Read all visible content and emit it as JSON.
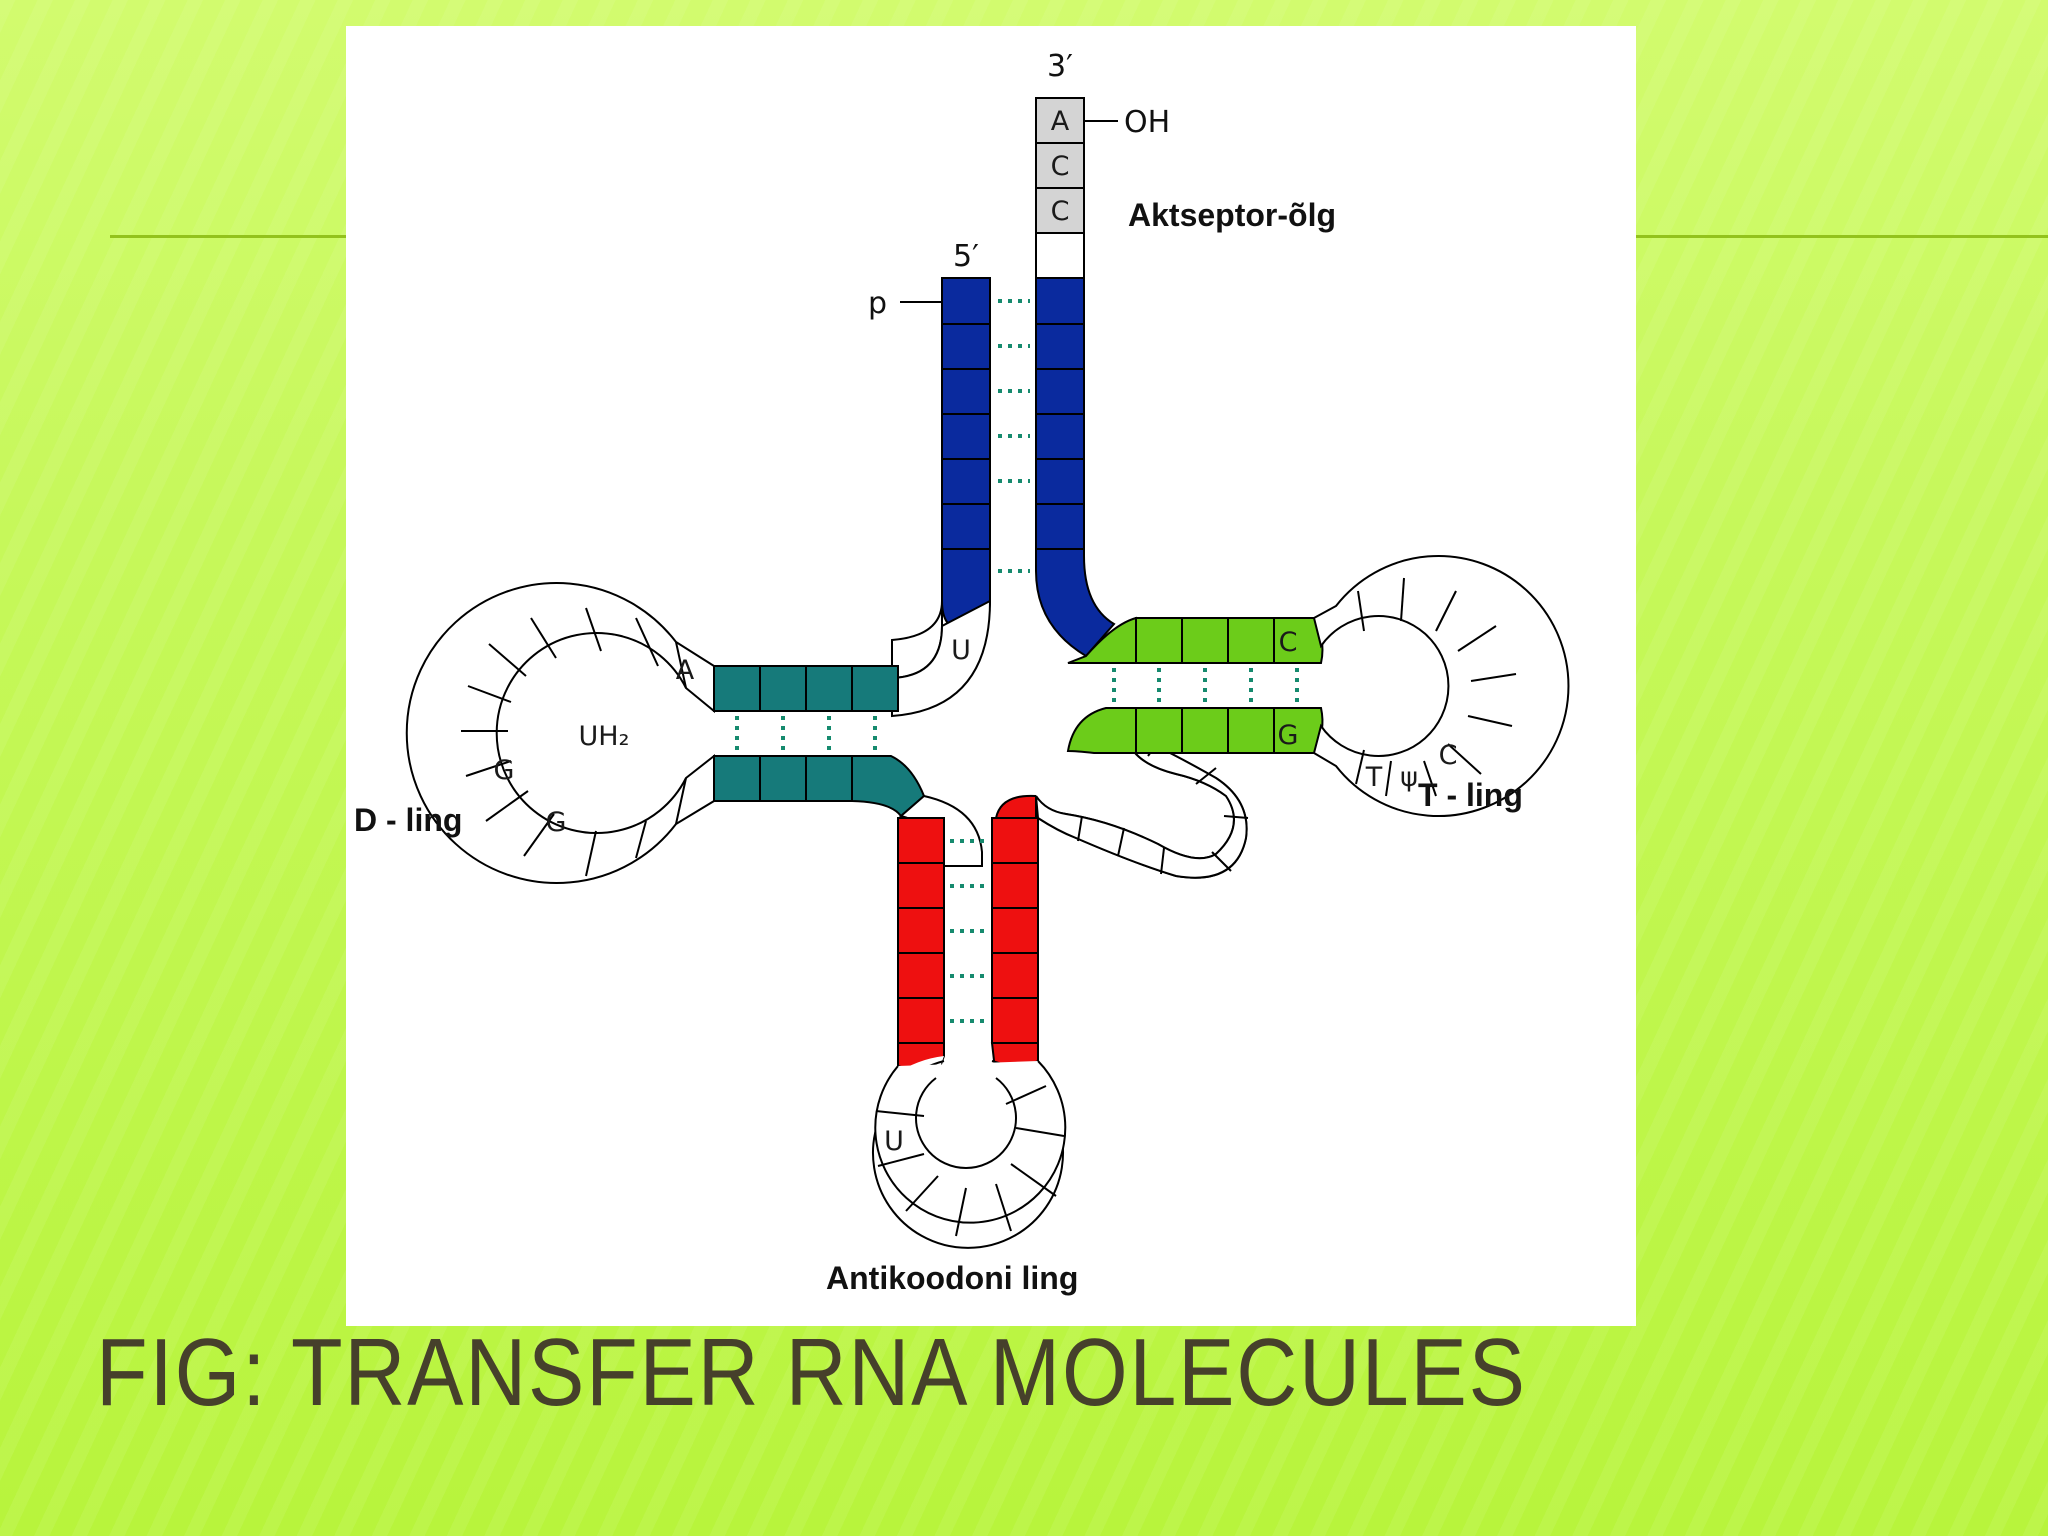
{
  "slide": {
    "title": "FIG: TRANSFER RNA MOLECULES",
    "background_color": "#c6f85a",
    "title_color": "#46402b"
  },
  "diagram": {
    "labels": {
      "three_prime": "3′",
      "five_prime": "5′",
      "hydroxyl": "OH",
      "phosphate": "p",
      "acceptor_arm": "Aktseptor-õlg",
      "d_loop": "D - ling",
      "t_loop": "T - ling",
      "anticodon_loop": "Antikoodoni ling"
    },
    "nucleotides": {
      "acceptor_end": [
        "A",
        "C",
        "C"
      ],
      "d_loop_uh2": "UH₂",
      "d_loop_a": "A",
      "d_loop_g1": "G",
      "d_loop_g2": "G",
      "junction_u": "U",
      "t_stem_c": "C",
      "t_stem_g": "G",
      "t_loop_t": "T",
      "t_loop_psi": "ψ",
      "t_loop_c": "C",
      "anticodon_u": "U"
    },
    "colors": {
      "acceptor_stem": "#0a2a9e",
      "d_stem": "#167a7a",
      "t_stem": "#6ccc1a",
      "anticodon_stem": "#ee1010",
      "cca_tail": "#d4d4d4",
      "hydrogen_bonds": "#168a6e"
    }
  }
}
